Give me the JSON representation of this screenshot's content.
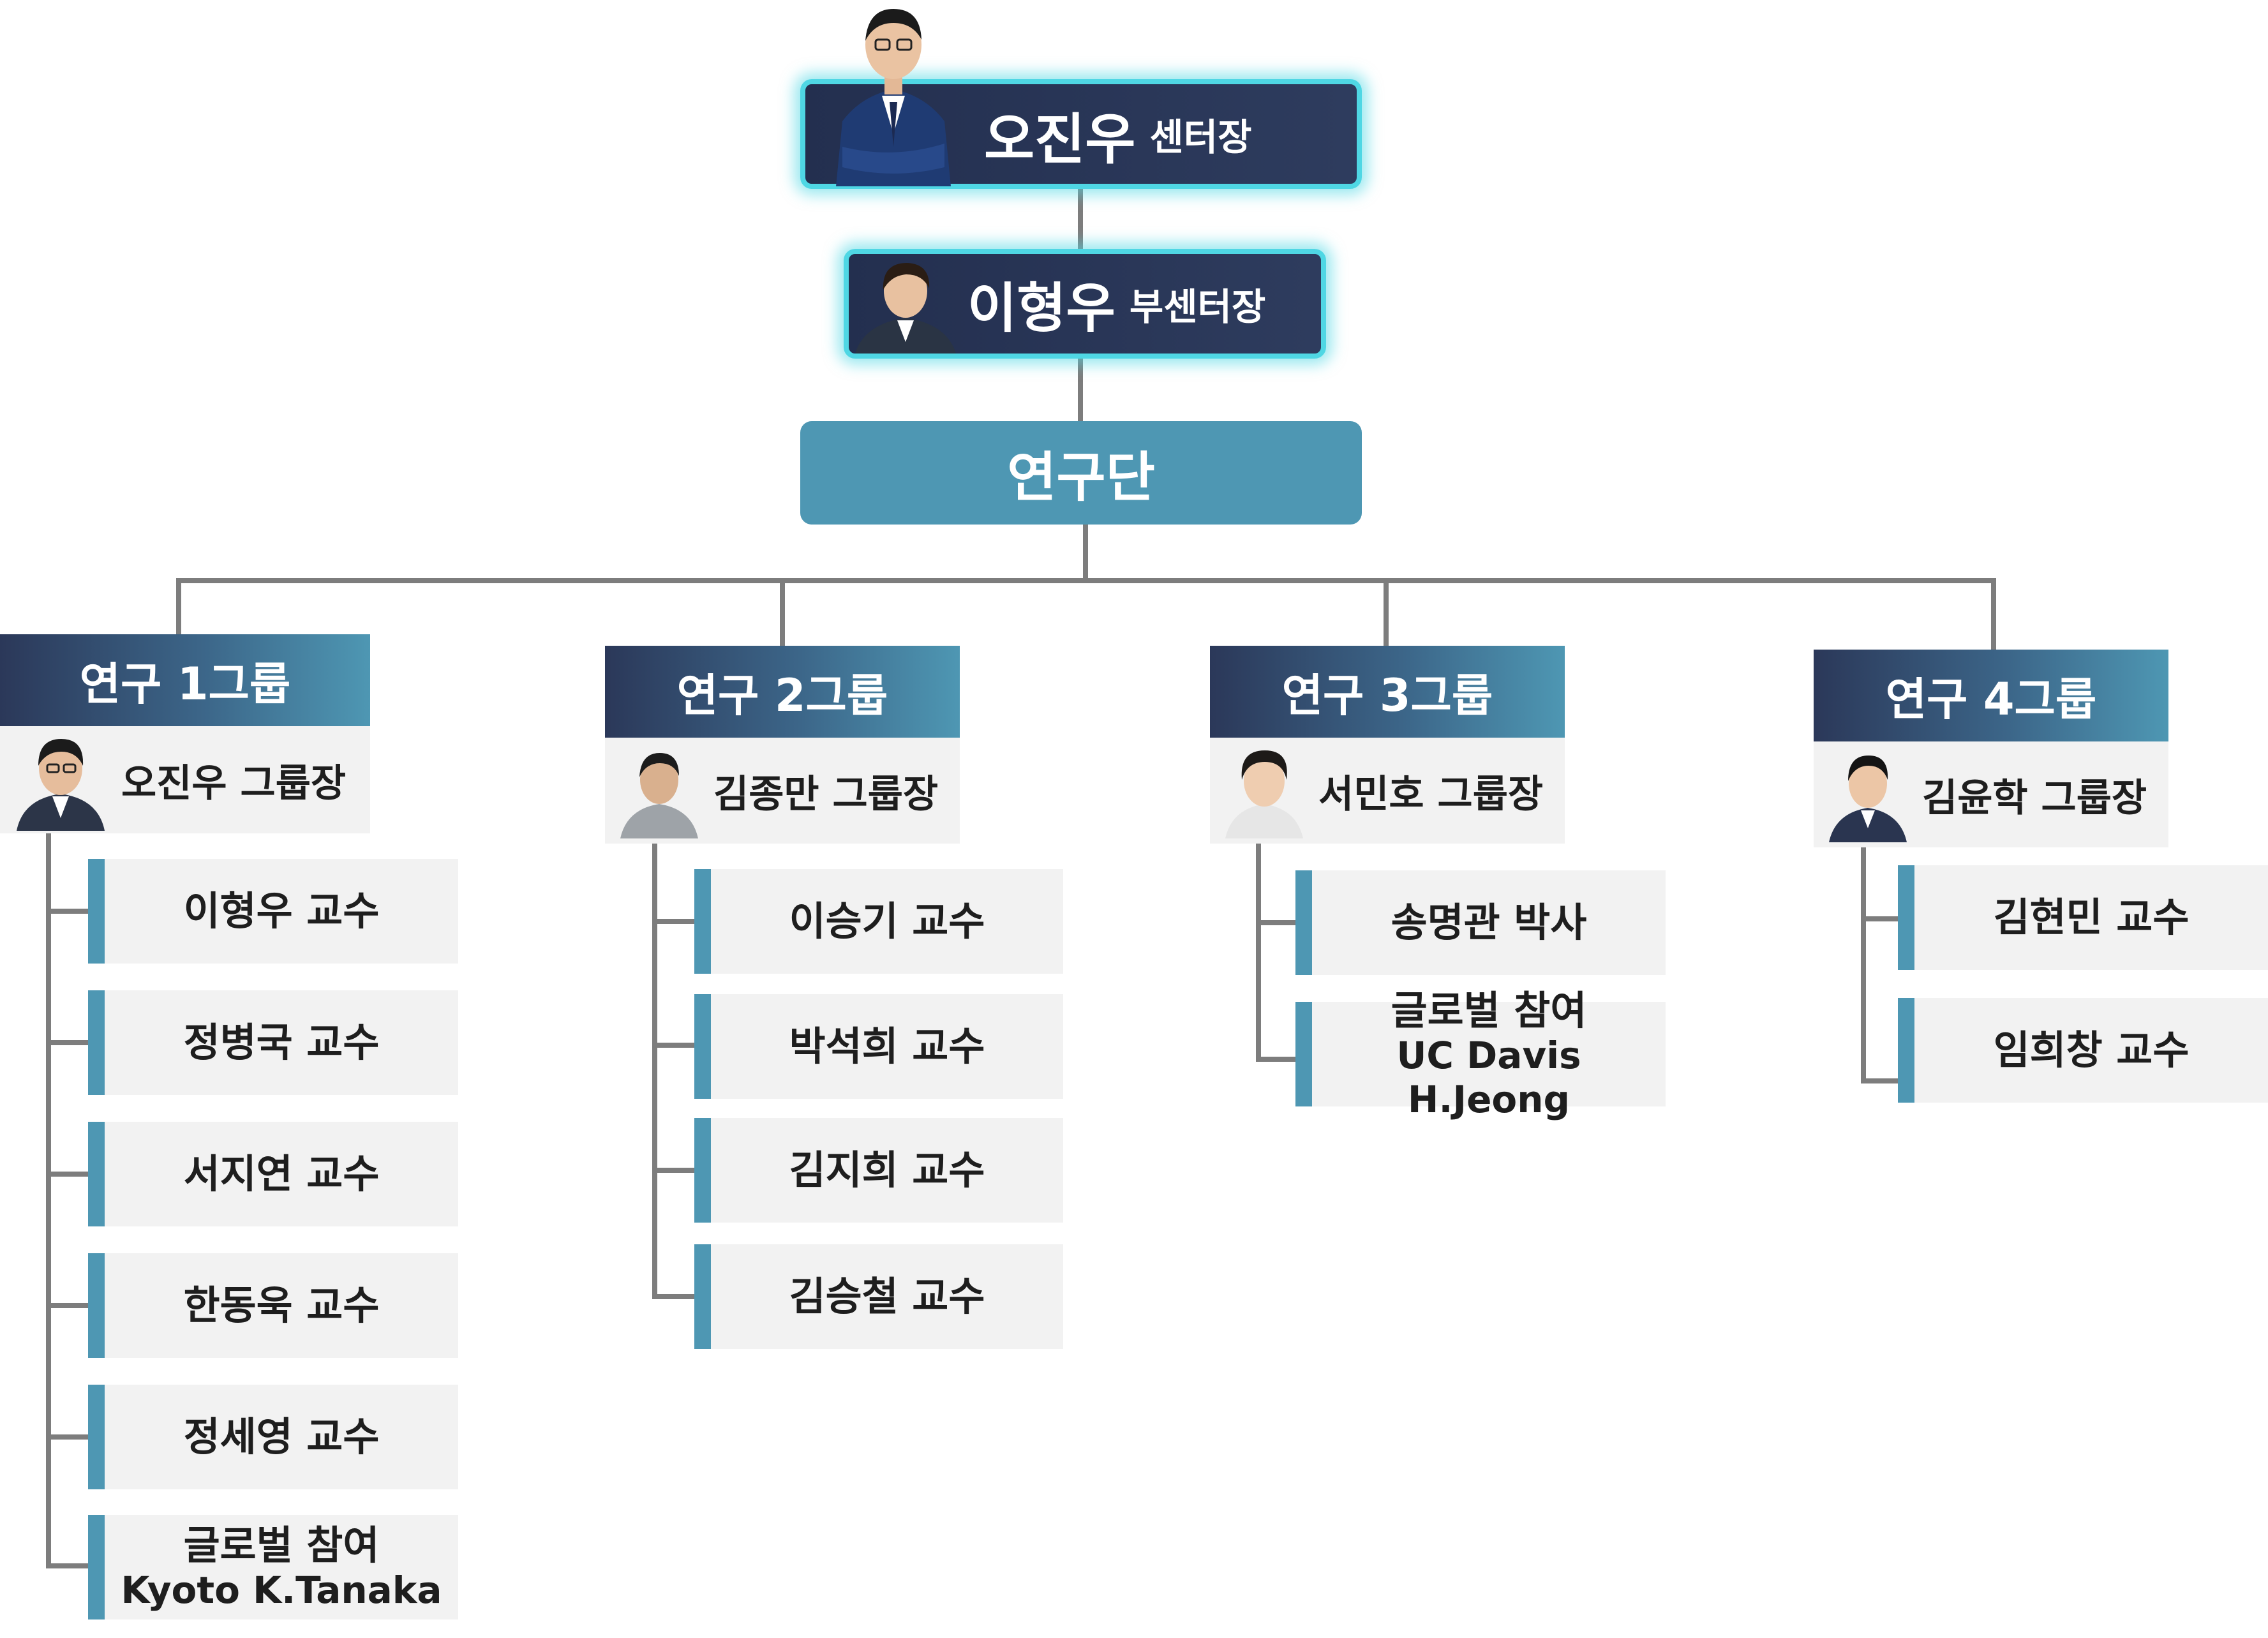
{
  "director": {
    "name": "오진우",
    "title": "센터장",
    "icon": "person-photo"
  },
  "vice_director": {
    "name": "이형우",
    "title": "부센터장",
    "icon": "person-photo"
  },
  "research_unit": {
    "label": "연구단"
  },
  "groups": [
    {
      "header": "연구 1그룹",
      "leader": "오진우 그룹장",
      "members": [
        {
          "line1": "이형우 교수"
        },
        {
          "line1": "정병국 교수"
        },
        {
          "line1": "서지연 교수"
        },
        {
          "line1": "한동욱 교수"
        },
        {
          "line1": "정세영 교수"
        },
        {
          "line1": "글로벌 참여",
          "line2": "Kyoto K.Tanaka"
        }
      ]
    },
    {
      "header": "연구 2그룹",
      "leader": "김종만 그룹장",
      "members": [
        {
          "line1": "이승기 교수"
        },
        {
          "line1": "박석희 교수"
        },
        {
          "line1": "김지희 교수"
        },
        {
          "line1": "김승철 교수"
        }
      ]
    },
    {
      "header": "연구 3그룹",
      "leader": "서민호 그룹장",
      "members": [
        {
          "line1": "송명관 박사"
        },
        {
          "line1": "글로벌 참여",
          "line2": "UC Davis H.Jeong"
        }
      ]
    },
    {
      "header": "연구 4그룹",
      "leader": "김윤학 그룹장",
      "members": [
        {
          "line1": "김현민 교수"
        },
        {
          "line1": "임희창 교수"
        }
      ]
    }
  ],
  "colors": {
    "leader_bg": "#2a3657",
    "leader_glow": "#4fd7e4",
    "accent": "#4e97b3",
    "member_bg": "#f2f2f2",
    "connector": "#7d7d7d"
  }
}
